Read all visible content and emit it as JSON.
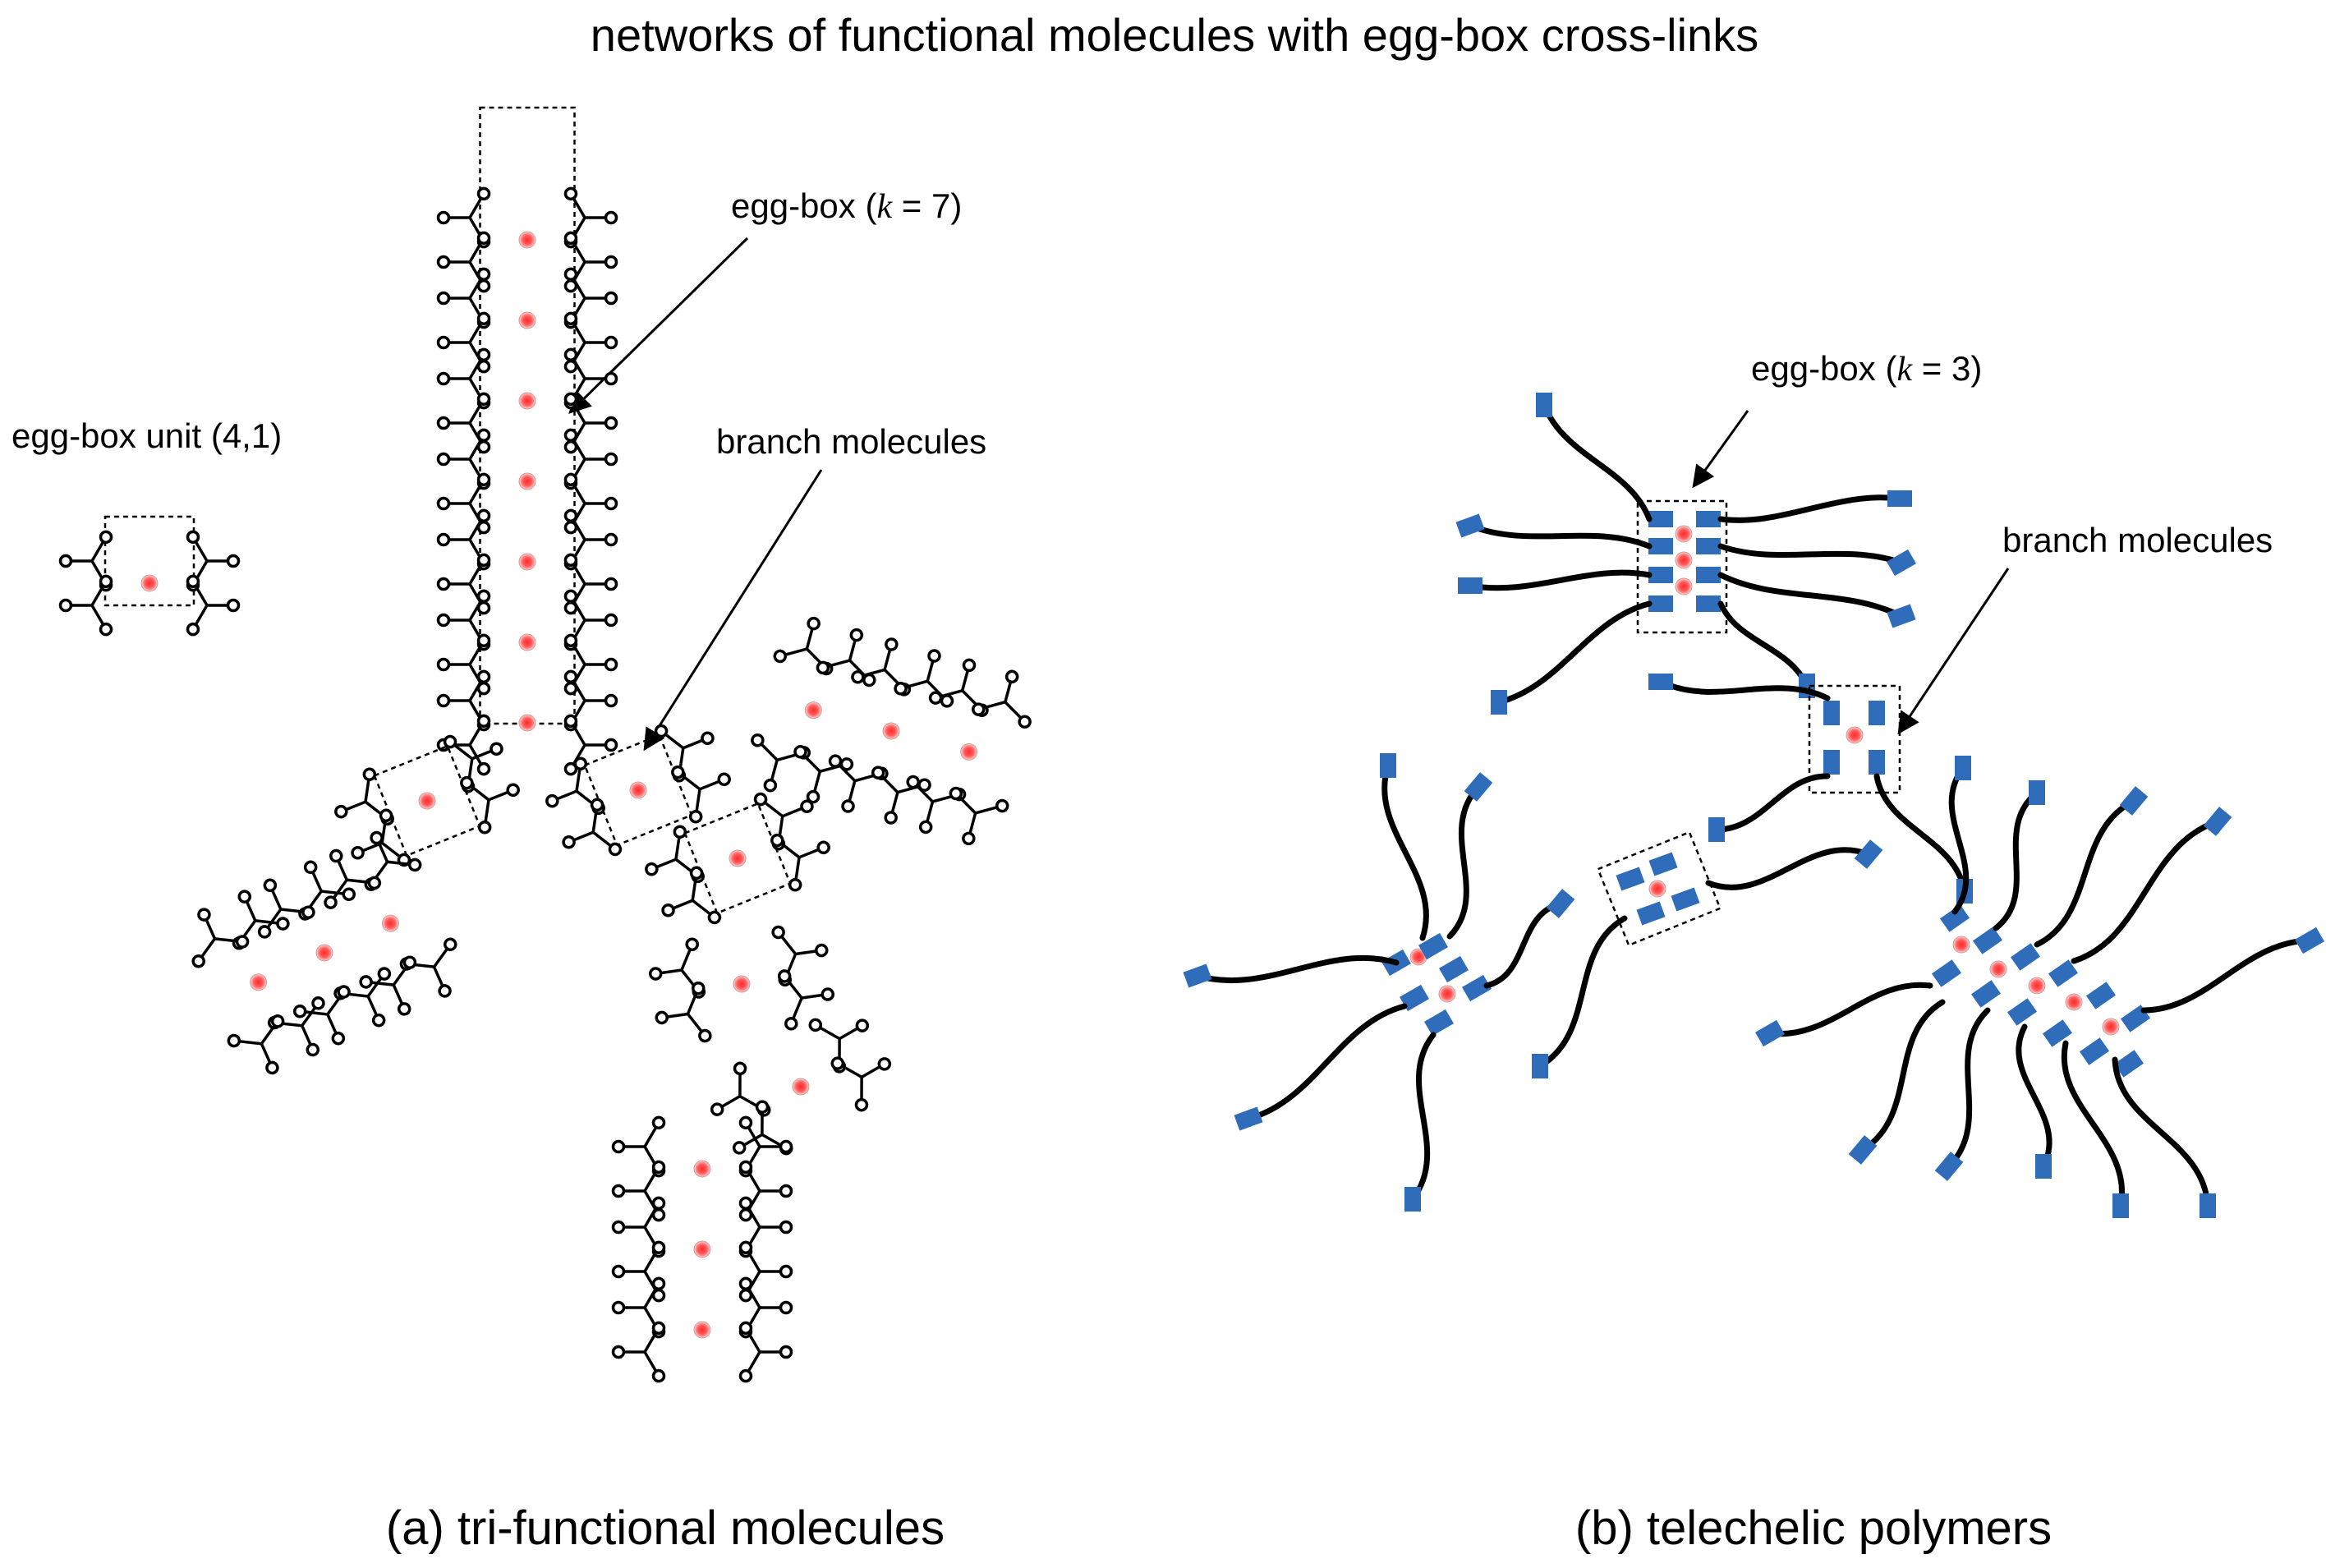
{
  "title": "networks of functional molecules with egg-box cross-links",
  "panel_a": {
    "caption": "(a) tri-functional molecules",
    "unit_label": "egg-box unit (4,1)",
    "eggbox_label_pre": "egg-box (",
    "eggbox_k": "k",
    "eggbox_label_post": " = 7)",
    "branch_label": "branch molecules"
  },
  "panel_b": {
    "caption": "(b) telechelic polymers",
    "eggbox_label_pre": "egg-box (",
    "eggbox_k": "k",
    "eggbox_label_post": " = 3)",
    "branch_label": "branch molecules"
  },
  "colors": {
    "ion_fill": "#ff3b3b",
    "ion_ring": "#ffb0b0",
    "end_group": "#2f6dbb",
    "line": "#000000"
  }
}
